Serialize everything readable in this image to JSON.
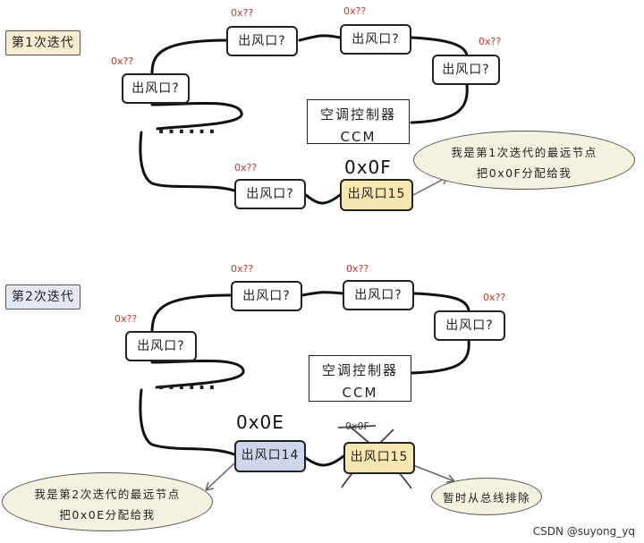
{
  "iterations": [
    {
      "label": "第1次迭代",
      "nodes": [
        {
          "text": "出风口?",
          "addr": "0x??"
        },
        {
          "text": "出风口?",
          "addr": "0x??"
        },
        {
          "text": "出风口?",
          "addr": "0x??"
        },
        {
          "text": "出风口?",
          "addr": "0x??"
        },
        {
          "text": "出风口?",
          "addr": "0x??"
        },
        {
          "text": "出风口15",
          "addr": "0x0F"
        }
      ],
      "ccm": {
        "line1": "空调控制器",
        "line2": "CCM"
      },
      "callout": {
        "line1": "我是第1次迭代的最远节点",
        "line2": "把0x0F分配给我"
      }
    },
    {
      "label": "第2次迭代",
      "nodes": [
        {
          "text": "出风口?",
          "addr": "0x??"
        },
        {
          "text": "出风口?",
          "addr": "0x??"
        },
        {
          "text": "出风口?",
          "addr": "0x??"
        },
        {
          "text": "出风口?",
          "addr": "0x??"
        },
        {
          "text": "出风口14",
          "addr": "0x0E"
        },
        {
          "text": "出风口15",
          "addr": "0x0F"
        }
      ],
      "ccm": {
        "line1": "空调控制器",
        "line2": "CCM"
      },
      "callout": {
        "line1": "我是第2次迭代的最远节点",
        "line2": "把0x0E分配给我"
      },
      "removed_note": "暂时从总线排除"
    }
  ],
  "ellipsis": "......",
  "watermark": "CSDN @suyong_yq",
  "colors": {
    "address_red": "#c0392b",
    "highlight_yellow": "#f8e7b0",
    "highlight_blue": "#cdd6ea",
    "bubble_fill": "#f7f1e0"
  }
}
